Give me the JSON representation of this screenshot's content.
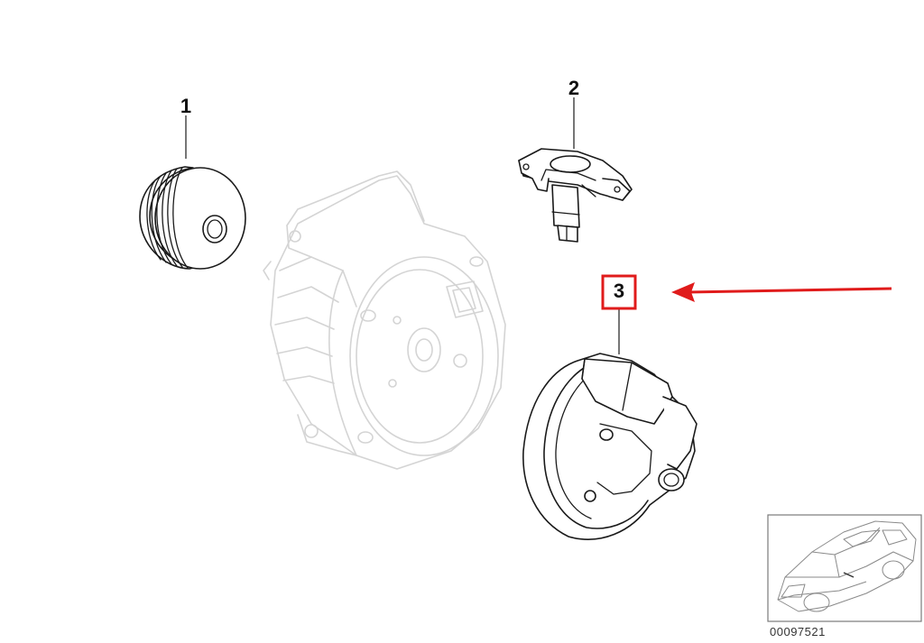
{
  "callouts": [
    {
      "label": "1"
    },
    {
      "label": "2"
    },
    {
      "label": "3"
    }
  ],
  "reference_code": "00097521",
  "colors": {
    "highlight_box": "#e01b1b",
    "arrow": "#e01b1b",
    "ghost_part": "#d4d4d4",
    "line_art": "#1a1a1a"
  }
}
